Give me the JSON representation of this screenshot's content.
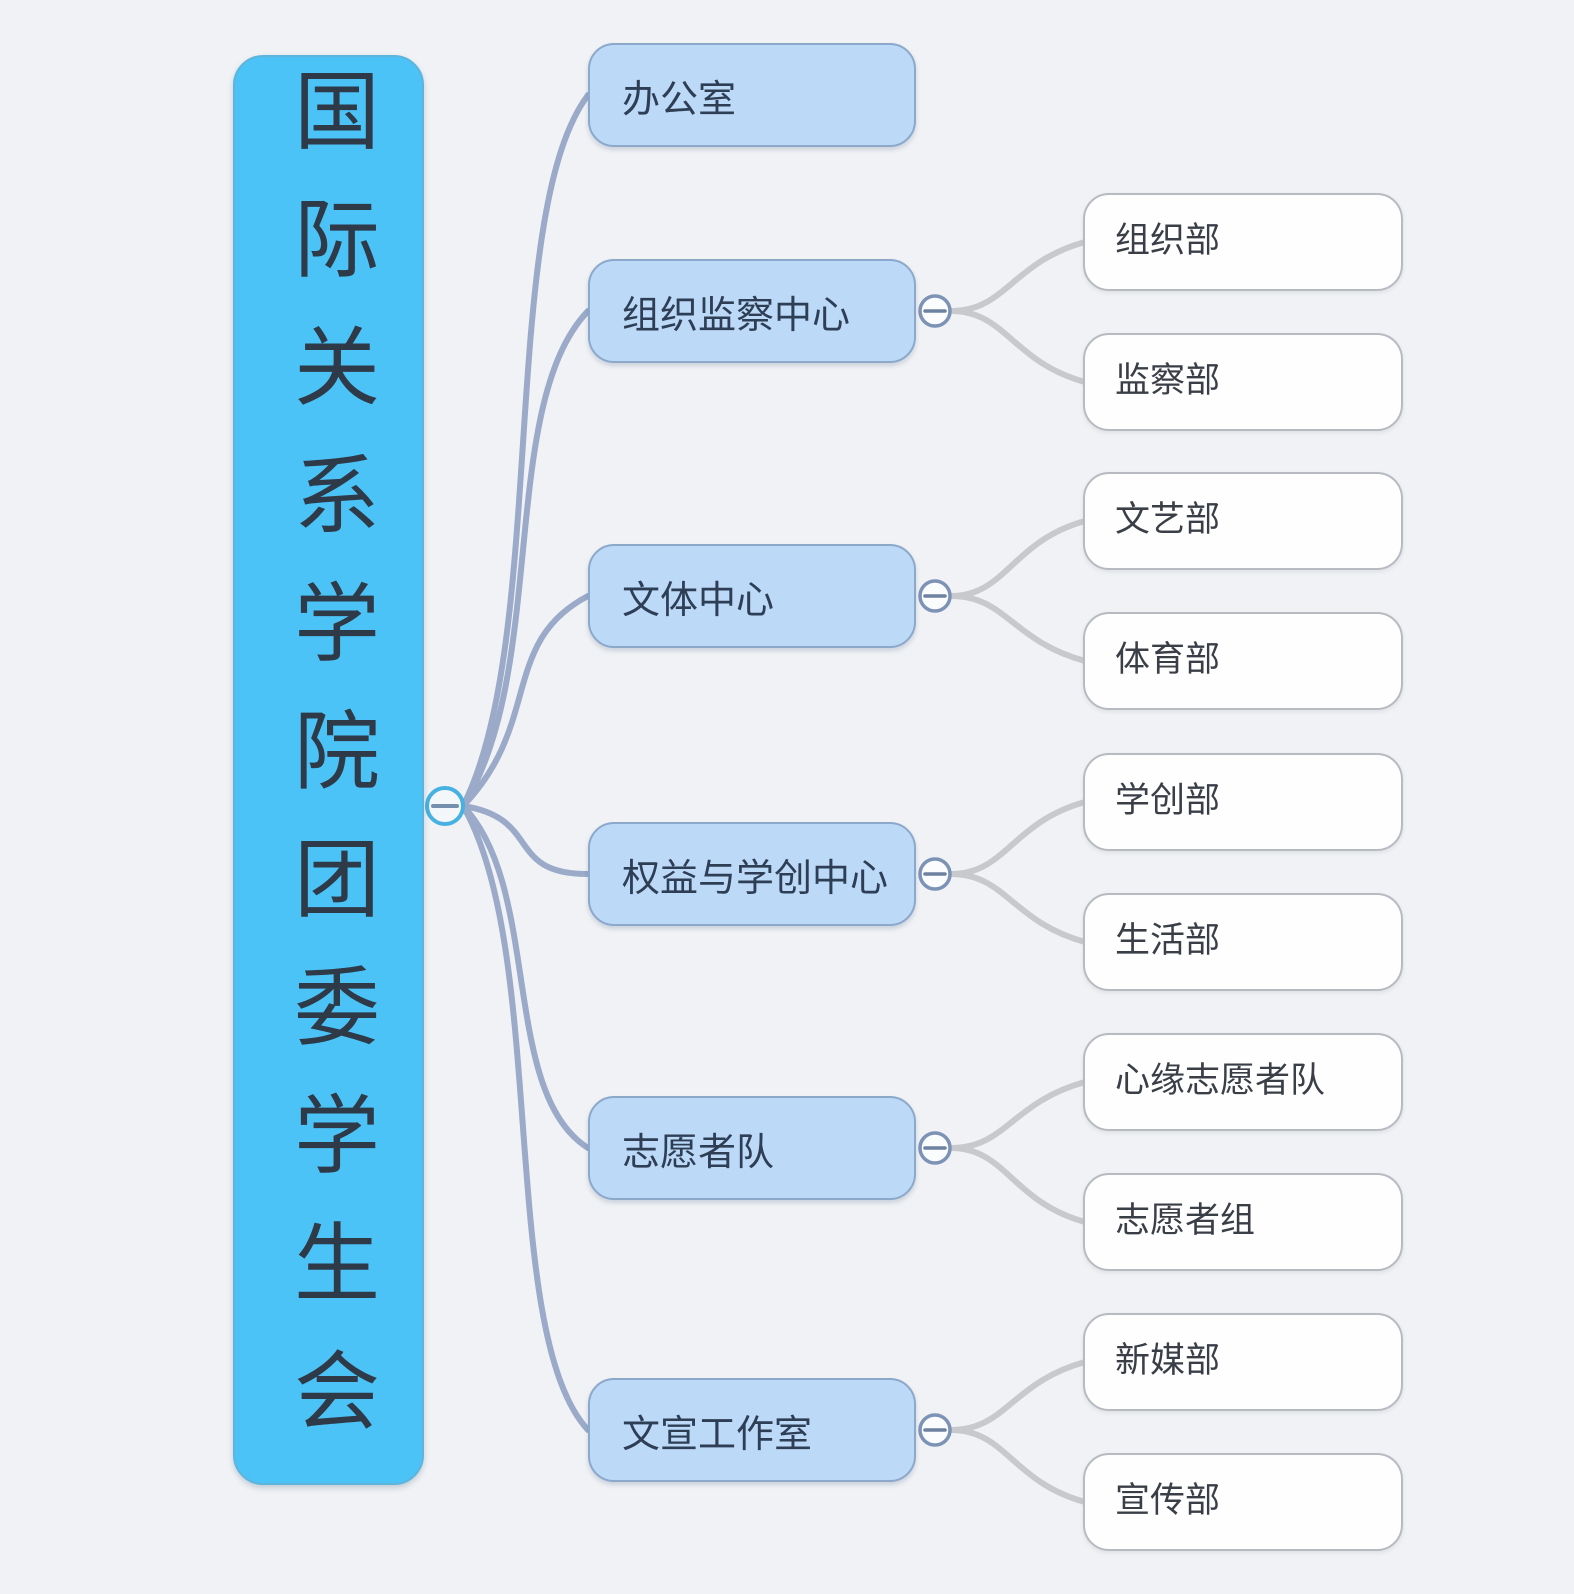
{
  "diagram": {
    "type": "mindmap-org-chart",
    "root": {
      "label": "国际关系学院团委学生会"
    },
    "branches": [
      {
        "label": "办公室",
        "children": []
      },
      {
        "label": "组织监察中心",
        "children": [
          {
            "label": "组织部"
          },
          {
            "label": "监察部"
          }
        ]
      },
      {
        "label": "文体中心",
        "children": [
          {
            "label": "文艺部"
          },
          {
            "label": "体育部"
          }
        ]
      },
      {
        "label": "权益与学创中心",
        "children": [
          {
            "label": "学创部"
          },
          {
            "label": "生活部"
          }
        ]
      },
      {
        "label": "志愿者队",
        "children": [
          {
            "label": "心缘志愿者队"
          },
          {
            "label": "志愿者组"
          }
        ]
      },
      {
        "label": "文宣工作室",
        "children": [
          {
            "label": "新媒部"
          },
          {
            "label": "宣传部"
          }
        ]
      }
    ],
    "collapse_glyph": "−",
    "colors": {
      "background": "#f0f2f5",
      "root_fill": "#4cc3f7",
      "root_text": "#2e3a48",
      "branch_fill": "#bcd9f8",
      "branch_border": "#8ca8cb",
      "branch_text": "#2e3e55",
      "leaf_fill": "#fefefe",
      "leaf_border": "#b7bac0",
      "leaf_text": "#3a3f47",
      "root_connector": "#9aaac8",
      "leaf_connector": "#c8c9cd",
      "root_toggle_ring": "#47b1e1",
      "branch_toggle_ring": "#7d93b5"
    }
  }
}
